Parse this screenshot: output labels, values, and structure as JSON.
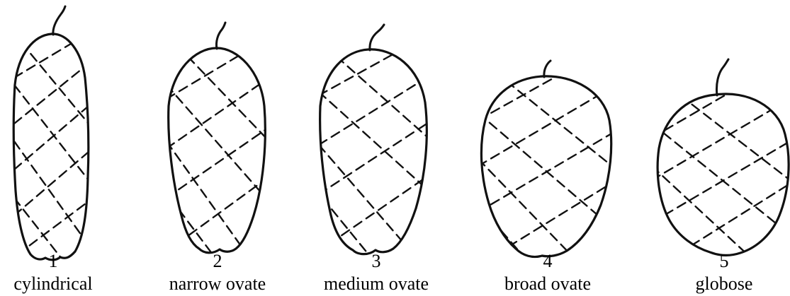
{
  "shapes": [
    {
      "number": "1",
      "name": "cylindrical"
    },
    {
      "number": "2",
      "name": "narrow ovate"
    },
    {
      "number": "3",
      "name": "medium ovate"
    },
    {
      "number": "4",
      "name": "broad ovate"
    },
    {
      "number": "5",
      "name": "globose"
    }
  ],
  "colors": {
    "line": "#111111",
    "text": "#000000",
    "background": "#ffffff"
  }
}
